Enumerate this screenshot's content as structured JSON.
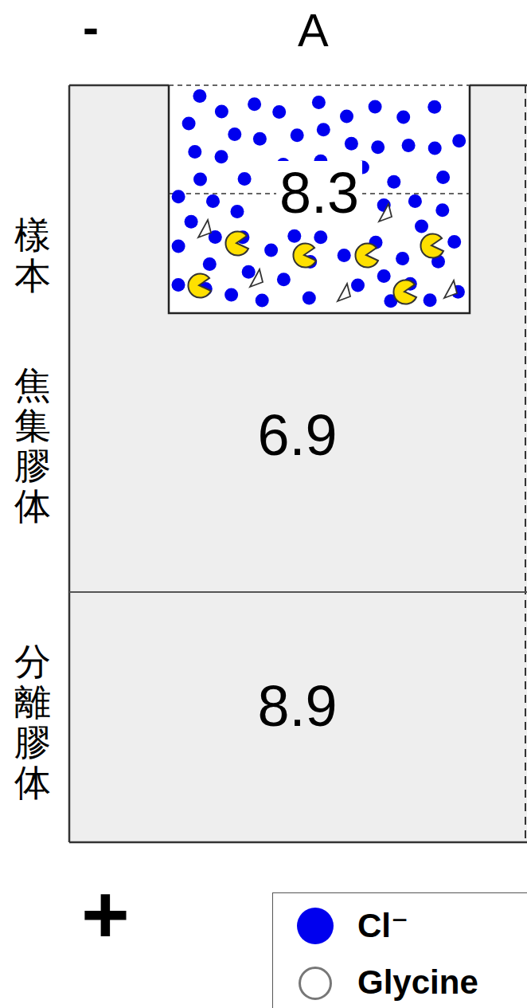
{
  "diagram": {
    "nodes": [
      {
        "text": [
          "8.3"
        ]
      },
      {
        "text": [
          "6.9"
        ]
      },
      {
        "text": [
          "8.9"
        ]
      }
    ],
    "labels": [
      "-",
      "A",
      "樣本",
      "焦集膠体",
      "分離膠体",
      "+"
    ],
    "legend": [
      {
        "text": "Cl⁻",
        "color": "#0000ee"
      },
      {
        "text": "Glycine"
      }
    ]
  }
}
